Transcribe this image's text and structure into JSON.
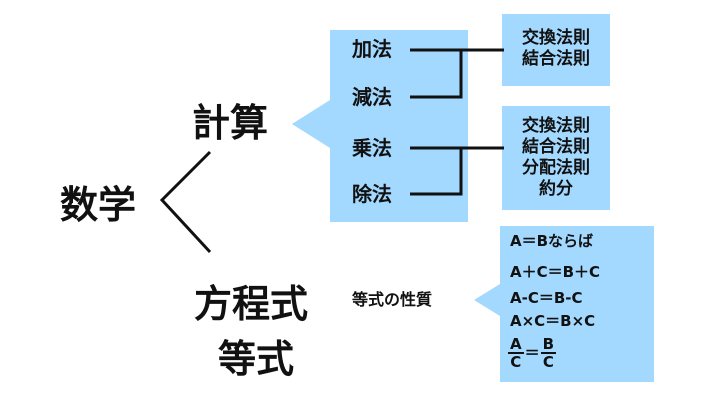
{
  "colors": {
    "box": "#a3d8ff",
    "line": "#111111"
  },
  "root": "数学",
  "branches": {
    "calc": "計算",
    "equation": "方程式",
    "equality": "等式"
  },
  "ops": {
    "add": "加法",
    "sub": "減法",
    "mul": "乗法",
    "div": "除法"
  },
  "rules_add_sub": [
    "交換法則",
    "結合法則"
  ],
  "rules_mul_div": [
    "交換法則",
    "結合法則",
    "分配法則",
    "約分"
  ],
  "equality_properties": {
    "label": "等式の性質",
    "lines": [
      "A＝Bならば",
      "A＋C＝B＋C",
      "A-C＝B-C",
      "A×C＝B×C"
    ],
    "fraction": {
      "num_left": "A",
      "den_left": "C",
      "eq": "＝",
      "num_right": "B",
      "den_right": "C"
    }
  }
}
